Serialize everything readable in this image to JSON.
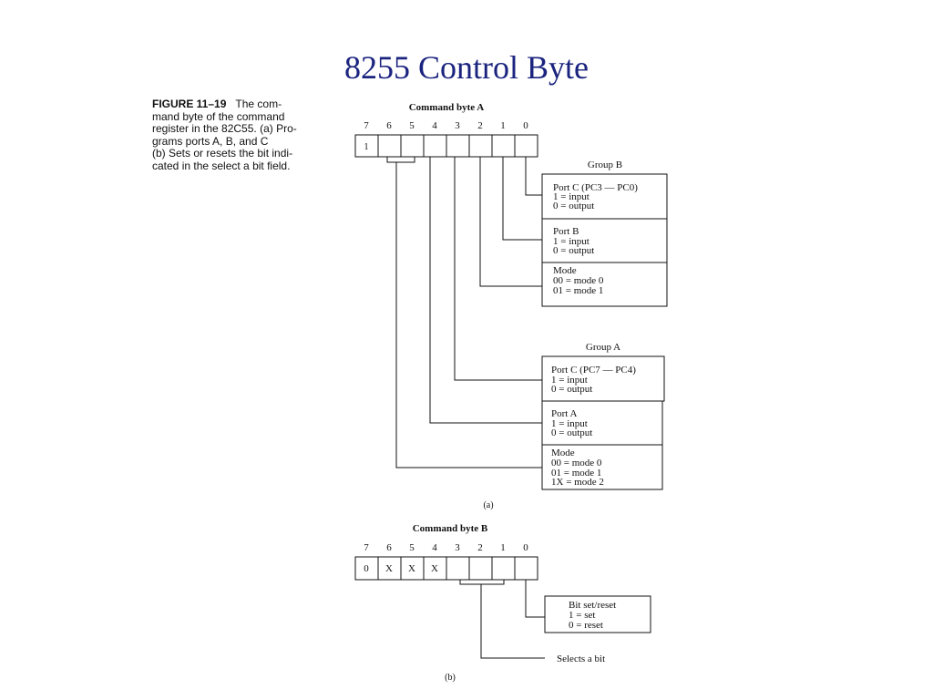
{
  "slide_title": "8255 Control Byte",
  "colors": {
    "title": "#1a237e",
    "line": "#111111"
  },
  "caption": {
    "label": "FIGURE 11–19",
    "lines": [
      "The com-",
      "mand byte of the command",
      "register in the 82C55. (a) Pro-",
      "grams ports A, B, and C",
      "(b) Sets or resets the bit indi-",
      "cated in the select a bit field."
    ]
  },
  "diagram_a": {
    "title": "Command byte A",
    "bit_numbers": [
      "7",
      "6",
      "5",
      "4",
      "3",
      "2",
      "1",
      "0"
    ],
    "bit_values": [
      "1",
      "",
      "",
      "",
      "",
      "",
      "",
      ""
    ],
    "group_b": {
      "title": "Group B",
      "boxes": [
        {
          "lines": [
            "Port C (PC3 — PC0)",
            "1 = input",
            "0 = output"
          ]
        },
        {
          "lines": [
            "Port B",
            "1 = input",
            "0 = output"
          ]
        },
        {
          "lines": [
            "Mode",
            "00 = mode 0",
            "01 = mode 1"
          ]
        }
      ]
    },
    "group_a": {
      "title": "Group A",
      "boxes": [
        {
          "lines": [
            "Port C (PC7 — PC4)",
            "1 = input",
            "0 = output"
          ]
        },
        {
          "lines": [
            "Port A",
            "1 = input",
            "0 = output"
          ]
        },
        {
          "lines": [
            "Mode",
            "00 = mode 0",
            "01 = mode 1",
            "1X = mode 2"
          ]
        }
      ]
    },
    "sub_label": "(a)"
  },
  "diagram_b": {
    "title": "Command byte B",
    "bit_numbers": [
      "7",
      "6",
      "5",
      "4",
      "3",
      "2",
      "1",
      "0"
    ],
    "bit_values": [
      "0",
      "X",
      "X",
      "X",
      "",
      "",
      "",
      ""
    ],
    "set_reset_box": {
      "lines": [
        "Bit set/reset",
        "1 = set",
        "0 = reset"
      ]
    },
    "select_label": "Selects a bit",
    "sub_label": "(b)"
  }
}
